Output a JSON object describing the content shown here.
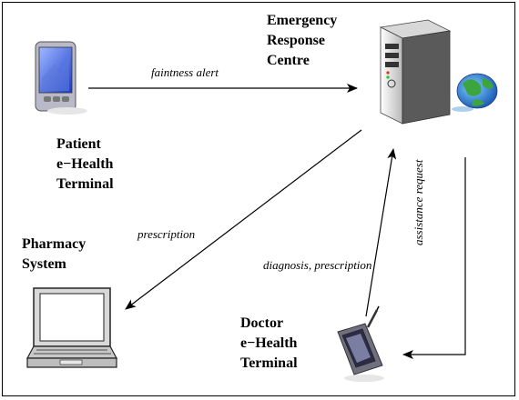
{
  "nodes": {
    "ercc": {
      "lines": [
        "Emergency",
        "Response",
        "Centre"
      ]
    },
    "patient": {
      "lines": [
        "Patient",
        "e−Health",
        "Terminal"
      ]
    },
    "pharmacy": {
      "lines": [
        "Pharmacy",
        "System"
      ]
    },
    "doctor": {
      "lines": [
        "Doctor",
        "e−Health",
        "Terminal"
      ]
    }
  },
  "edges": {
    "faintness": "faintness alert",
    "prescription": "prescription",
    "diagnosis": "diagnosis, prescription",
    "assistance": "assistance request"
  }
}
